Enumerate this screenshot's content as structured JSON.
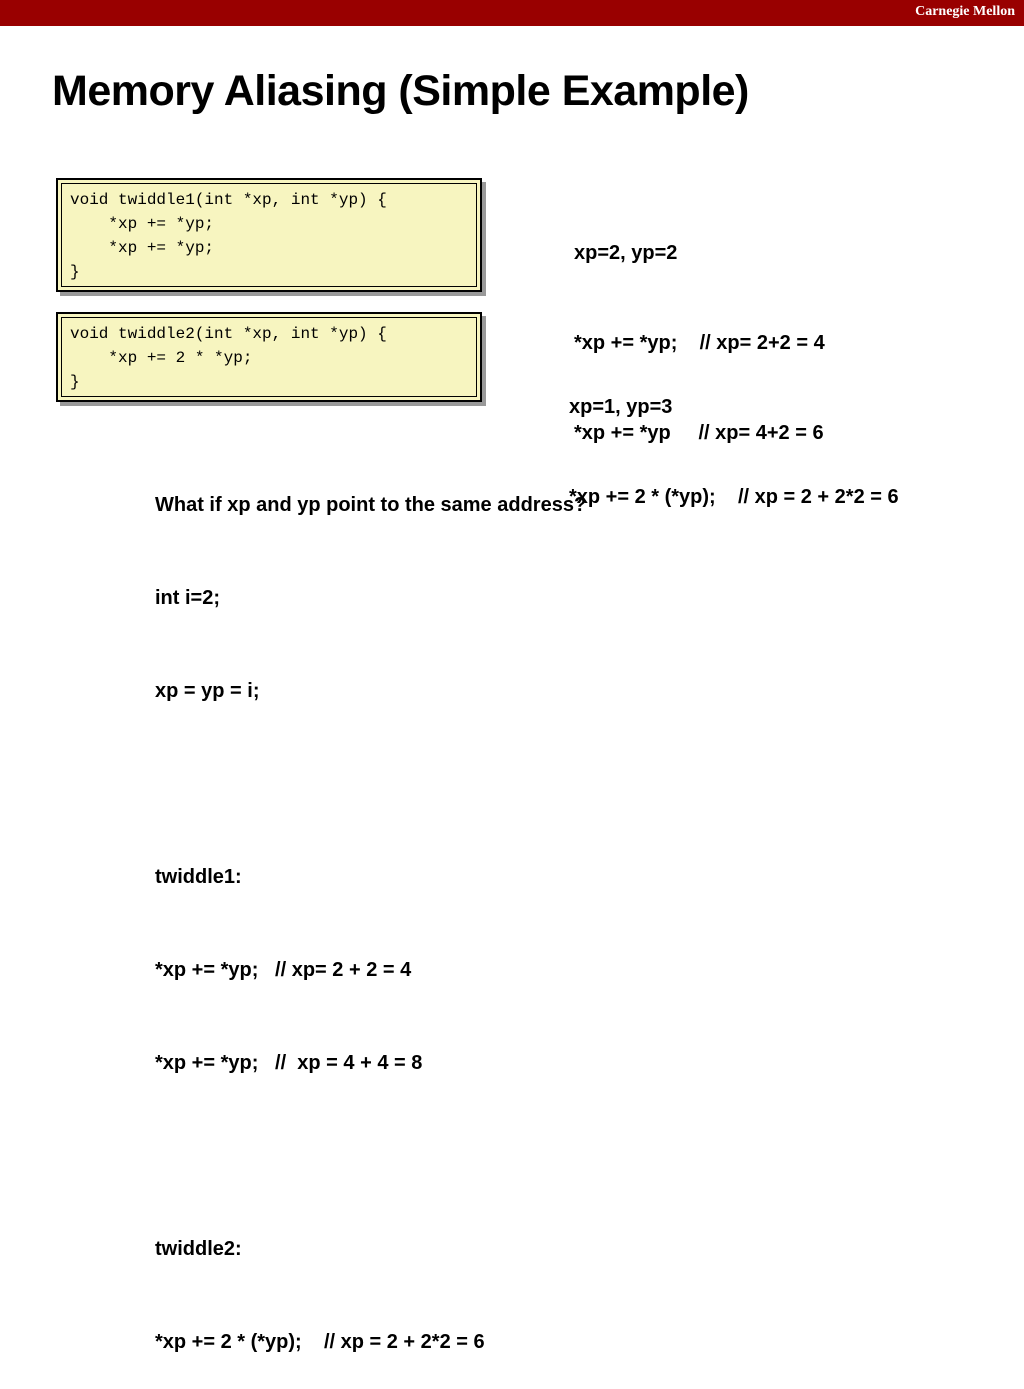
{
  "header": {
    "brand": "Carnegie Mellon",
    "bar_color": "#990000"
  },
  "slide": {
    "title": "Memory Aliasing (Simple Example)"
  },
  "code_blocks": {
    "twiddle1": [
      "void twiddle1(int *xp, int *yp) {",
      "    *xp += *yp;",
      "    *xp += *yp;",
      "}"
    ],
    "twiddle2": [
      "void twiddle2(int *xp, int *yp) {",
      "    *xp += 2 * *yp;",
      "}"
    ],
    "background": "#f7f5c0",
    "shadow": "#999999"
  },
  "notes": {
    "twiddle1": [
      "xp=2, yp=2",
      "*xp += *yp;    // xp= 2+2 = 4",
      "*xp += *yp     // xp= 4+2 = 6"
    ],
    "twiddle2": [
      "xp=1, yp=3",
      "*xp += 2 * (*yp);    // xp = 2 + 2*2 = 6"
    ]
  },
  "discussion": {
    "lines": [
      "What if xp and yp point to the same address?",
      "int i=2;",
      "xp = yp = i;",
      "",
      "twiddle1:",
      "*xp += *yp;   // xp= 2 + 2 = 4",
      "*xp += *yp;   //  xp = 4 + 4 = 8",
      "",
      "twiddle2:",
      "*xp += 2 * (*yp);    // xp = 2 + 2*2 = 6"
    ]
  }
}
